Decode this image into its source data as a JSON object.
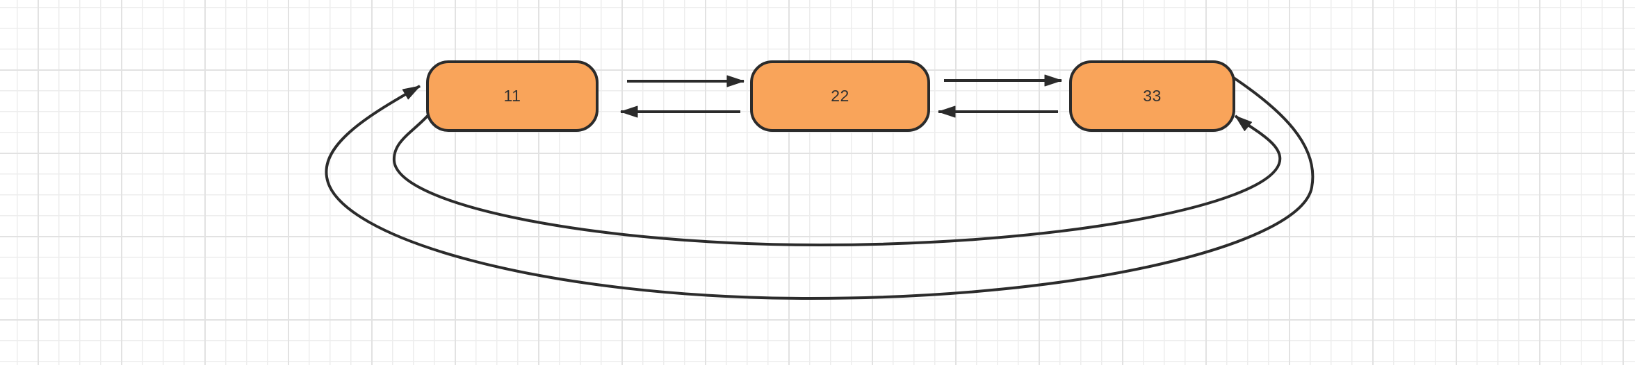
{
  "diagram": {
    "nodes": [
      {
        "id": "n1",
        "label": "11"
      },
      {
        "id": "n2",
        "label": "22"
      },
      {
        "id": "n3",
        "label": "33"
      }
    ],
    "edges": [
      {
        "from": "11",
        "to": "22",
        "shape": "straight",
        "arrowhead": "triangle"
      },
      {
        "from": "22",
        "to": "11",
        "shape": "straight",
        "arrowhead": "triangle"
      },
      {
        "from": "22",
        "to": "33",
        "shape": "straight",
        "arrowhead": "triangle"
      },
      {
        "from": "33",
        "to": "22",
        "shape": "straight",
        "arrowhead": "triangle"
      },
      {
        "from": "33",
        "to": "11",
        "shape": "curved-below-outer",
        "arrowhead": "triangle"
      },
      {
        "from": "11",
        "to": "33",
        "shape": "curved-below-inner",
        "arrowhead": "triangle"
      }
    ],
    "colors": {
      "background": "#ffffff",
      "grid_minor": "#ededed",
      "grid_major": "#e2e2e2",
      "node_fill": "#f9a45a",
      "node_stroke": "#2b2b2b",
      "edge_stroke": "#2b2b2b",
      "label_color": "#303030"
    }
  }
}
